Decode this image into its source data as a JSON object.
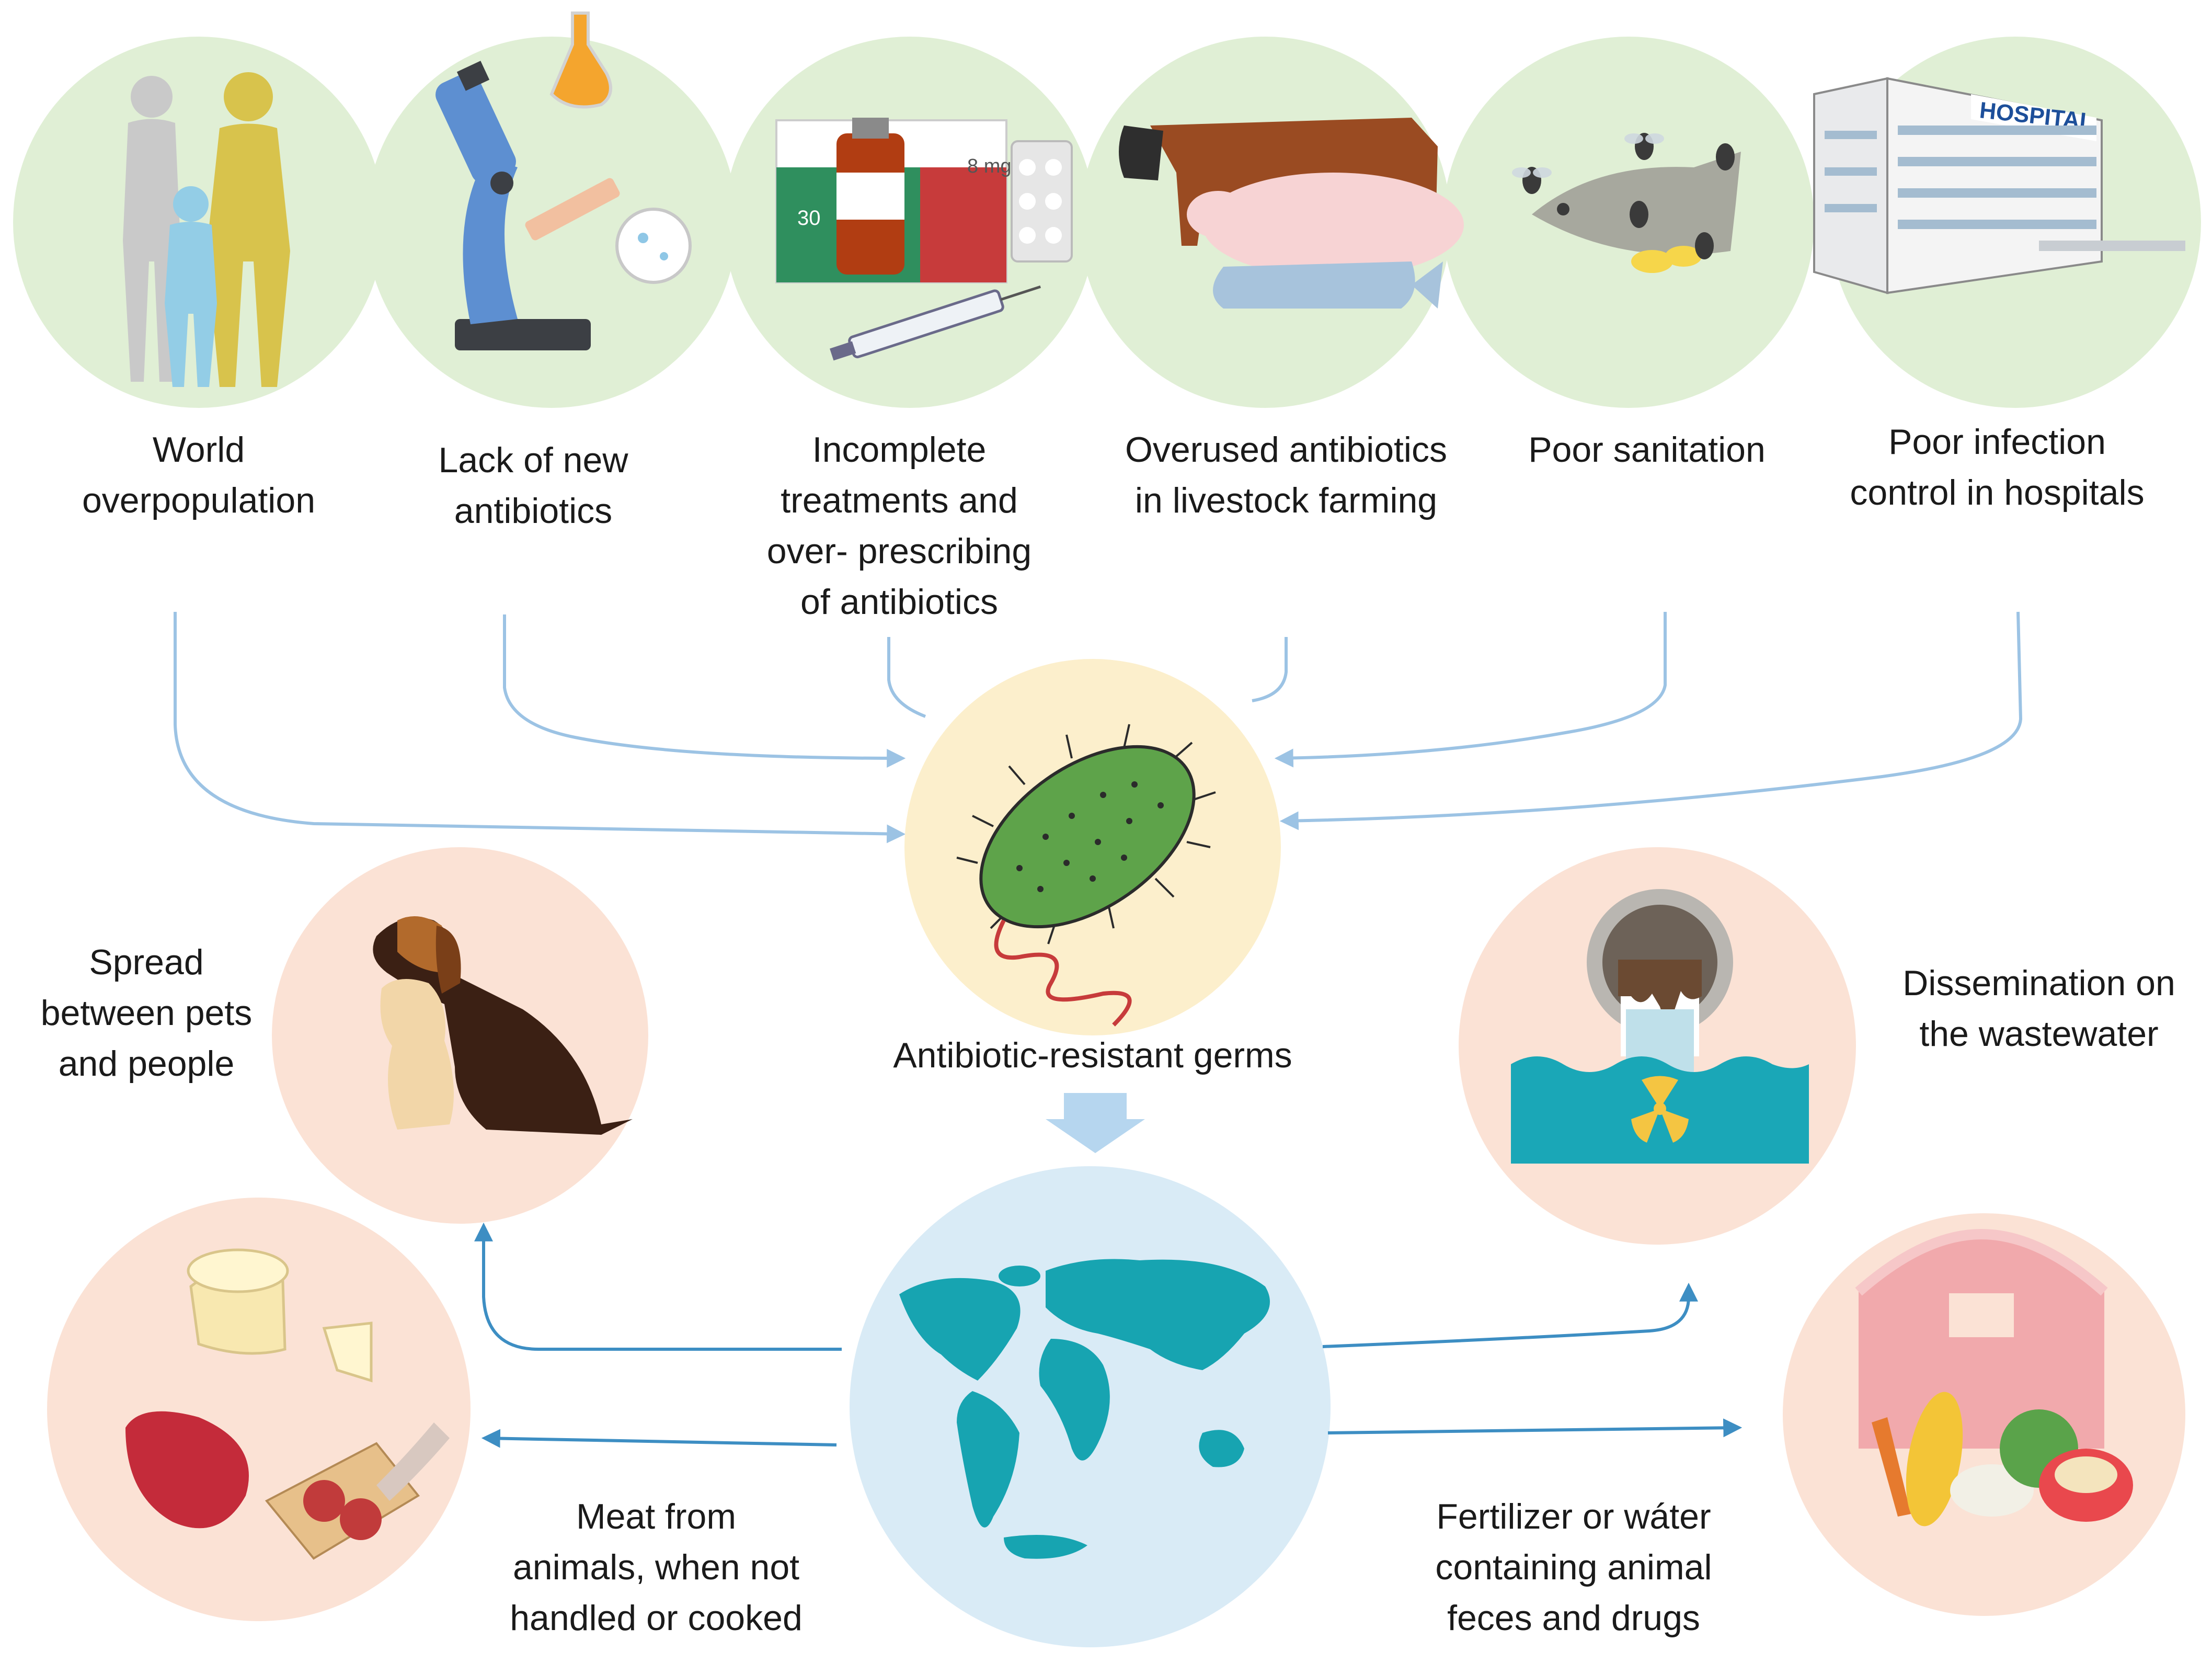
{
  "causes": [
    {
      "lines": [
        "World",
        "overpopulation"
      ]
    },
    {
      "lines": [
        "Lack of new",
        "antibiotics"
      ]
    },
    {
      "lines": [
        "Incomplete",
        "treatments and",
        "over- prescribing",
        "of antibiotics"
      ]
    },
    {
      "lines": [
        "Overused antibiotics",
        "in livestock farming"
      ]
    },
    {
      "lines": [
        "Poor sanitation"
      ]
    },
    {
      "lines": [
        "Poor infection",
        "control in hospitals"
      ]
    }
  ],
  "center": {
    "germ_label": "Antibiotic-resistant germs",
    "hospital_sign": "HOSPITAL",
    "medicine_box_dose": "8 mg",
    "medicine_box_count": "30"
  },
  "spread": {
    "pets": {
      "lines": [
        "Spread",
        "between pets",
        "and people"
      ]
    },
    "wastewater": {
      "lines": [
        "Dissemination on",
        "the wastewater"
      ]
    },
    "meat": {
      "lines": [
        "Meat from",
        "animals, when not",
        "handled or cooked"
      ]
    },
    "fertilizer": {
      "lines": [
        "Fertilizer or wáter",
        "containing animal",
        "feces and drugs"
      ]
    }
  },
  "colors": {
    "cause_circle": "#e0efd5",
    "germ_circle": "#fcefcc",
    "spread_circle": "#fbe2d5",
    "world_circle": "#d9ebf6",
    "flow_arrow": "#9cc3e4",
    "spread_arrow": "#3d8ec3",
    "world_land": "#17a4b1"
  }
}
